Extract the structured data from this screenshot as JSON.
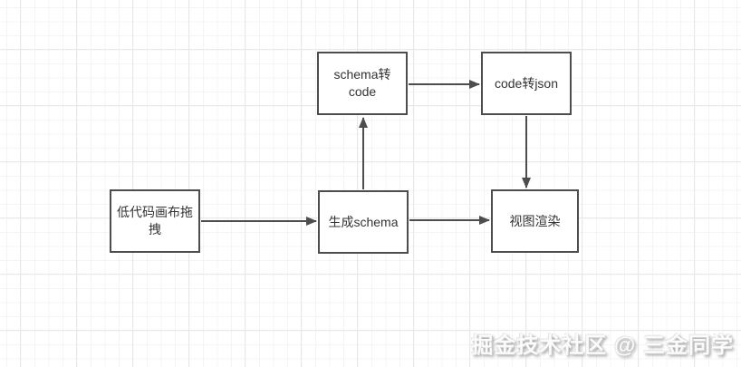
{
  "diagram": {
    "nodes": [
      {
        "id": "lowcode-drag",
        "label": "低代码画布拖拽"
      },
      {
        "id": "schema-to-code",
        "label": "schema转code"
      },
      {
        "id": "code-to-json",
        "label": "code转json"
      },
      {
        "id": "generate-schema",
        "label": "生成schema"
      },
      {
        "id": "view-render",
        "label": "视图渲染"
      }
    ],
    "edges": [
      {
        "from": "lowcode-drag",
        "to": "generate-schema",
        "direction": "right"
      },
      {
        "from": "generate-schema",
        "to": "schema-to-code",
        "direction": "up"
      },
      {
        "from": "schema-to-code",
        "to": "code-to-json",
        "direction": "right"
      },
      {
        "from": "code-to-json",
        "to": "view-render",
        "direction": "down"
      },
      {
        "from": "generate-schema",
        "to": "view-render",
        "direction": "right"
      }
    ]
  },
  "watermark": {
    "text": "掘金技术社区 @ 三金同学"
  },
  "colors": {
    "background": "#ffffff",
    "grid_minor": "#f4f4f4",
    "grid_major": "#e8e8e8",
    "node_border": "#4d4d4d",
    "node_fill": "#ffffff",
    "node_text": "#333333",
    "arrow": "#4d4d4d",
    "watermark_text": "#fbfbfb"
  }
}
